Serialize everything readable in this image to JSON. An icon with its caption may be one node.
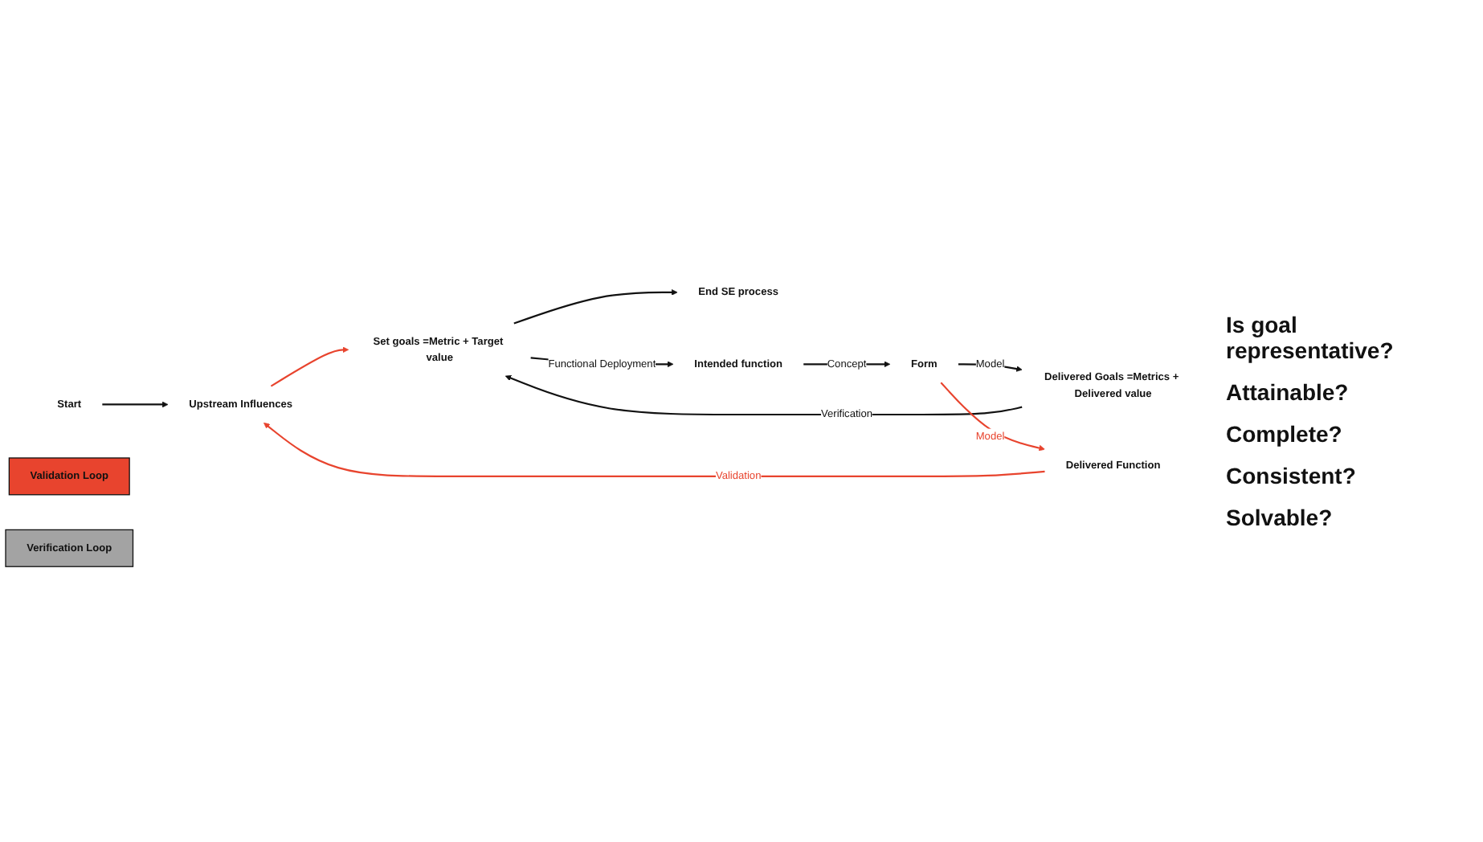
{
  "diagram": {
    "nodes": [
      {
        "text": [
          "Start"
        ]
      },
      {
        "text": [
          "Upstream Influences"
        ]
      },
      {
        "text": [
          "Set goals =Metric + Target value"
        ]
      },
      {
        "text": [
          "End SE process"
        ]
      },
      {
        "text": [
          "Intended function"
        ]
      },
      {
        "text": [
          "Form"
        ]
      },
      {
        "text": [
          "Delivered Goals =Metrics + Delivered value"
        ]
      },
      {
        "text": [
          "Delivered Function"
        ]
      },
      {
        "text": [
          "Validation Loop"
        ]
      },
      {
        "text": [
          "Verification Loop"
        ]
      }
    ],
    "edges": [
      {
        "from": 0,
        "to": 1,
        "arrow": "to"
      },
      {
        "from": 1,
        "to": 2,
        "arrow": "to",
        "color": "#e8442e"
      },
      {
        "from": 2,
        "to": 3,
        "arrow": "to"
      },
      {
        "from": 2,
        "to": 4,
        "arrow": "to",
        "label": "Functional Deployment"
      },
      {
        "from": 4,
        "to": 5,
        "arrow": "to",
        "label": "Concept"
      },
      {
        "from": 5,
        "to": 6,
        "arrow": "to",
        "label": "Model"
      },
      {
        "from": 6,
        "to": 2,
        "arrow": "to",
        "label": "Verification"
      },
      {
        "from": 5,
        "to": 7,
        "arrow": "to",
        "label": "Model",
        "color": "#e8442e"
      },
      {
        "from": 7,
        "to": 1,
        "arrow": "to",
        "label": "Validation",
        "color": "#e8442e"
      }
    ],
    "labels": [
      "Is goal representative?",
      "Attainable?",
      "Complete?",
      "Consistent?",
      "Solvable?"
    ]
  }
}
